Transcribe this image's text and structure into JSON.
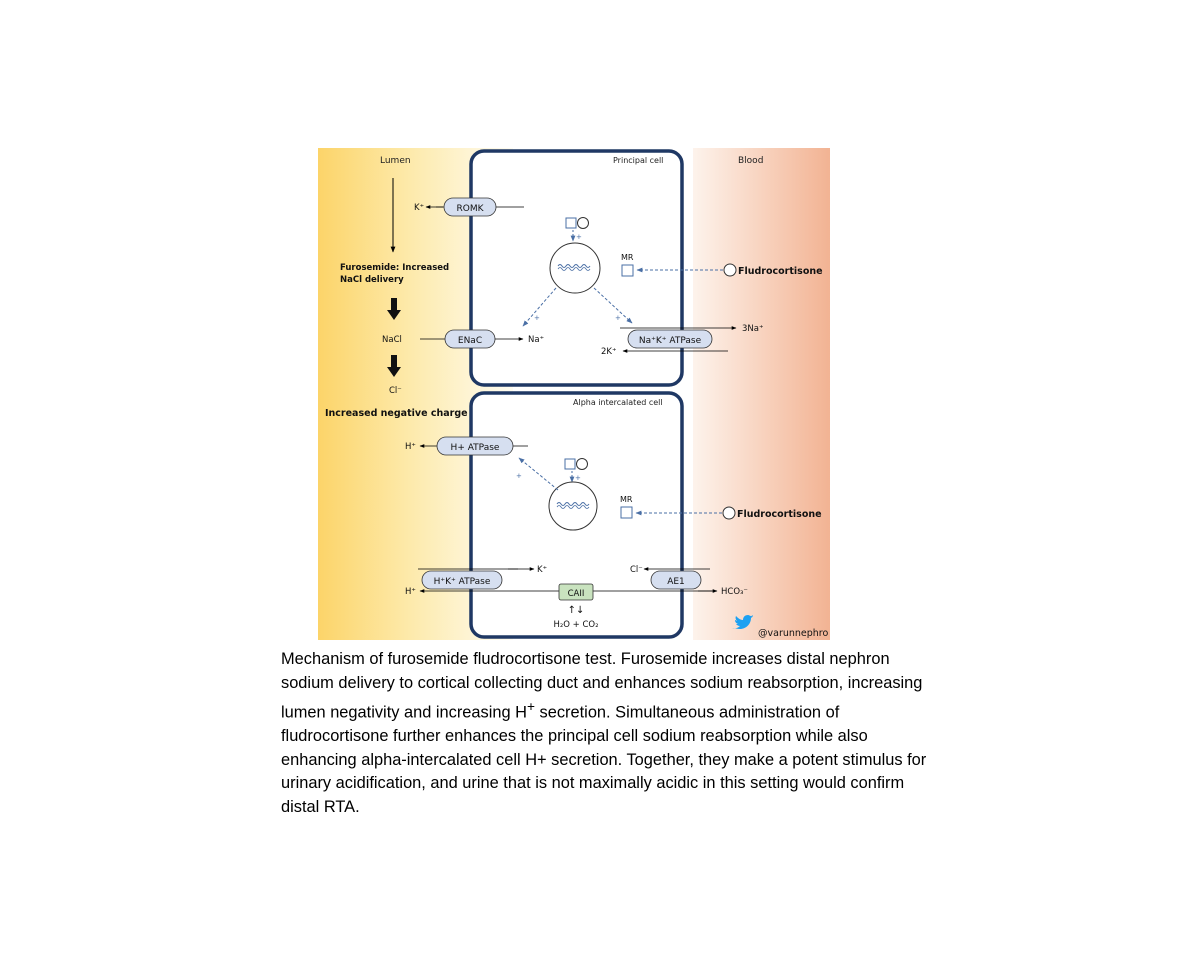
{
  "figure": {
    "regions": {
      "lumen": "Lumen",
      "blood": "Blood",
      "principal_cell": "Principal cell",
      "alpha_cell": "Alpha intercalated cell"
    },
    "lumen_text": {
      "furosemide_line1": "Furosemide: Increased",
      "furosemide_line2": "NaCl delivery",
      "nacl": "NaCl",
      "cl": "Cl⁻",
      "negative_charge": "Increased negative charge"
    },
    "principal": {
      "romk": "ROMK",
      "k": "K⁺",
      "enac": "ENaC",
      "na": "Na⁺",
      "mr": "MR",
      "nak_atpase": "Na⁺K⁺ ATPase",
      "three_na": "3Na⁺",
      "two_k": "2K⁺",
      "fludrocortisone": "Fludrocortisone",
      "plus": "+"
    },
    "alpha": {
      "h_atpase": "H+ ATPase",
      "h": "H⁺",
      "mr": "MR",
      "hk_atpase": "H⁺K⁺ ATPase",
      "h2": "H⁺",
      "k": "K⁺",
      "cl": "Cl⁻",
      "ae1": "AE1",
      "hco3": "HCO₃⁻",
      "caii": "CAII",
      "updown": "↑↓",
      "h2o_co2": "H₂O + CO₂",
      "fludrocortisone": "Fludrocortisone",
      "plus": "+"
    },
    "credit": "@varunnephro",
    "colors": {
      "cell_border": "#1f3864",
      "transporter_fill": "#d6dff0",
      "caii_fill": "#c9e3bf",
      "dashed_arrow": "#4a6fa5",
      "twitter_blue": "#1da1f2"
    }
  },
  "caption": {
    "text_before_sup": "Mechanism of furosemide fludrocortisone test. Furosemide increases distal nephron sodium delivery to cortical collecting duct and enhances sodium reabsorption, increasing lumen negativity and increasing H",
    "sup": "+",
    "text_after_sup": " secretion. Simultaneous administration of fludrocortisone further enhances the principal cell sodium reabsorption while also enhancing alpha-intercalated cell H+ secretion. Together, they make a potent stimulus for urinary acidification, and urine that is not maximally acidic in this setting would confirm distal RTA."
  }
}
